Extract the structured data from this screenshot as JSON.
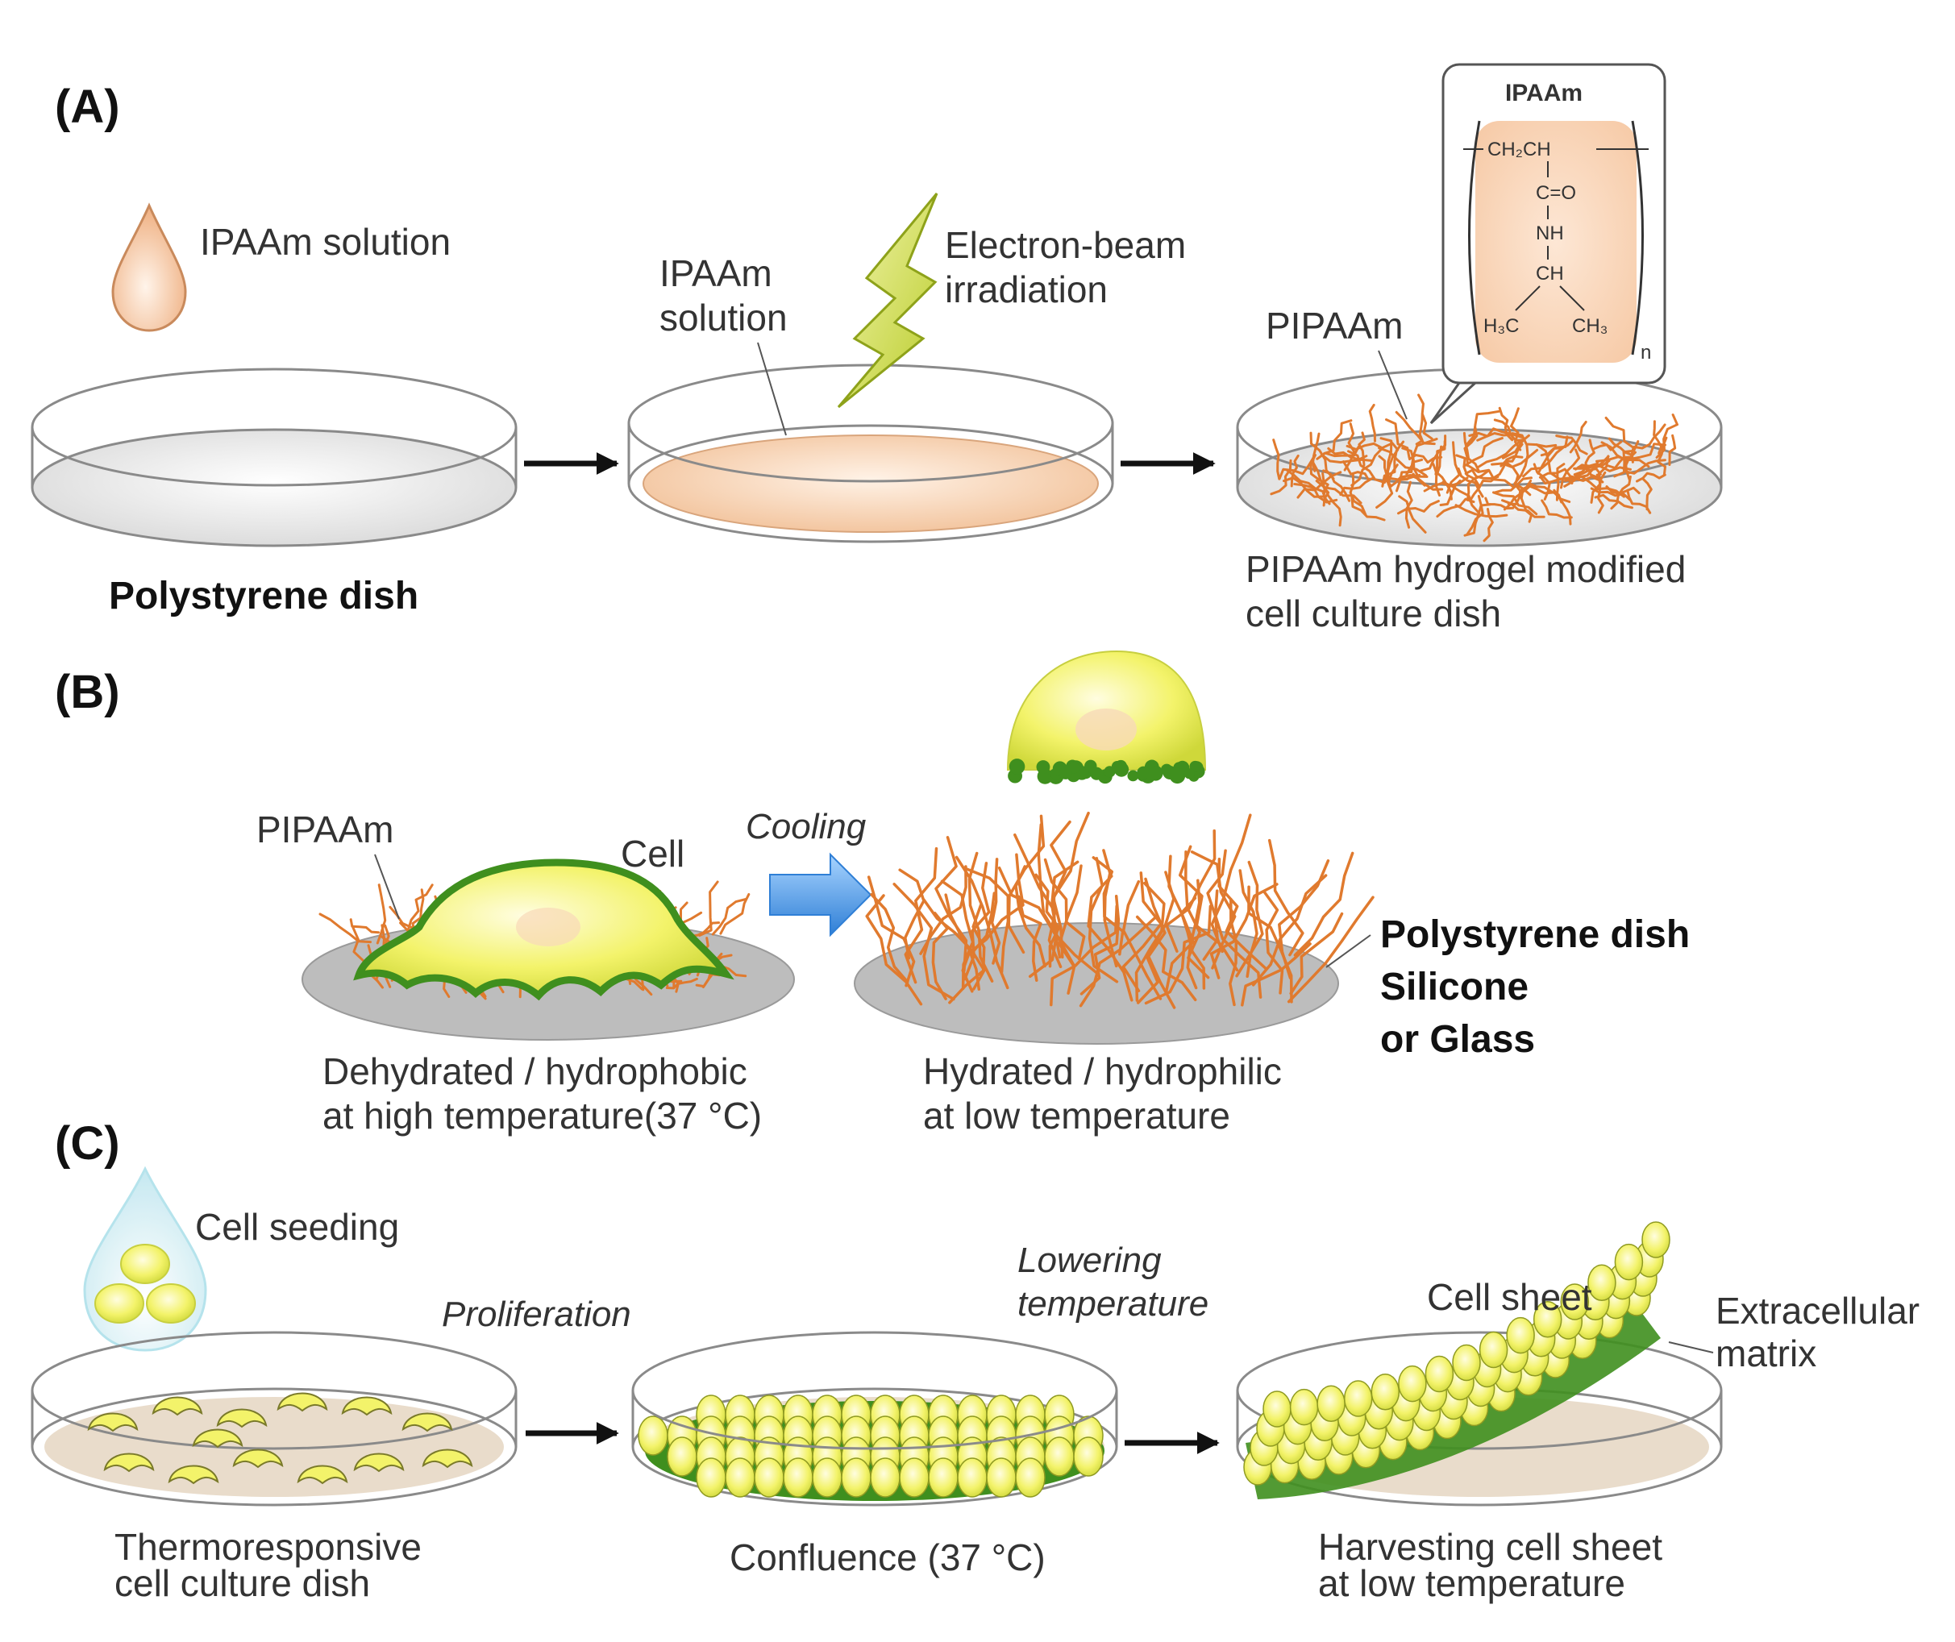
{
  "panelA": {
    "letter": "(A)",
    "drop_label": "IPAAm solution",
    "dish1_label": "Polystyrene dish",
    "solution_label_l1": "IPAAm",
    "solution_label_l2": "solution",
    "beam_l1": "Electron-beam",
    "beam_l2": "irradiation",
    "pipaam_label": "PIPAAm",
    "dish3_label_l1": "PIPAAm hydrogel modified",
    "dish3_label_l2": "cell culture dish",
    "inset": {
      "title": "IPAAm",
      "line1": "CH₂CH",
      "line2": "C=O",
      "line3": "NH",
      "line4": "CH",
      "left_methyl": "H₃C",
      "right_methyl": "CH₃",
      "subscript": "n"
    }
  },
  "panelB": {
    "letter": "(B)",
    "pipaam_label": "PIPAAm",
    "cell_label": "Cell",
    "cooling_label": "Cooling",
    "left_caption_l1": "Dehydrated / hydrophobic",
    "left_caption_l2": "at high temperature(37 °C)",
    "right_caption_l1": "Hydrated / hydrophilic",
    "right_caption_l2": "at low temperature",
    "substrate_l1": "Polystyrene dish",
    "substrate_l2": "Silicone",
    "substrate_l3": "or Glass"
  },
  "panelC": {
    "letter": "(C)",
    "seeding_label": "Cell seeding",
    "proliferation_label": "Proliferation",
    "lowering_l1": "Lowering",
    "lowering_l2": "temperature",
    "cell_sheet_label": "Cell sheet",
    "ecm_l1": "Extracellular",
    "ecm_l2": "matrix",
    "dish1_l1": "Thermoresponsive",
    "dish1_l2": "cell culture dish",
    "dish2_label": "Confluence (37 °C)",
    "dish3_l1": "Harvesting cell sheet",
    "dish3_l2": "at low temperature"
  },
  "colors": {
    "dish_outline": "#8a8a8a",
    "polymer": "#e07a2e",
    "cell_fill": "#f2f26a",
    "cell_edge": "#3f8f1e",
    "solution": "#f6cfae",
    "bolt": "#c8d93a",
    "arrow_blue": "#3a8de0",
    "substrate_grey": "#bdbdbd"
  }
}
